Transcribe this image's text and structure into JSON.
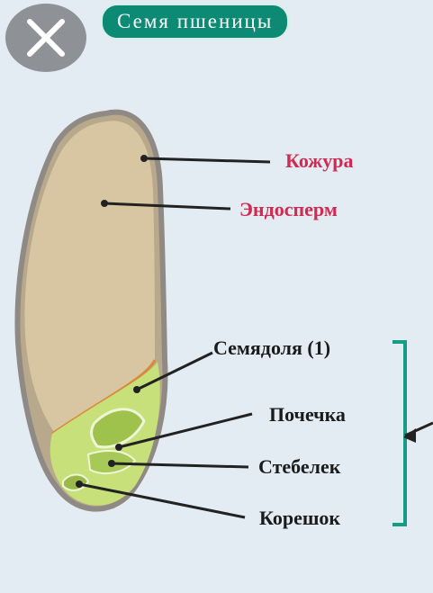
{
  "title": "Семя пшеницы",
  "labels": {
    "peel": "Кожура",
    "endosperm": "Эндосперм",
    "cotyledon": "Семядоля (1)",
    "bud": "Почечка",
    "stem": "Стебелек",
    "root": "Корешок"
  },
  "colors": {
    "title_bg": "#0d8a74",
    "label_red": "#d02a52",
    "endosperm": "#d8c5a1",
    "embryo": "#c7e07a",
    "bracket": "#149c86"
  },
  "icons": {
    "close": "close-x-icon"
  }
}
